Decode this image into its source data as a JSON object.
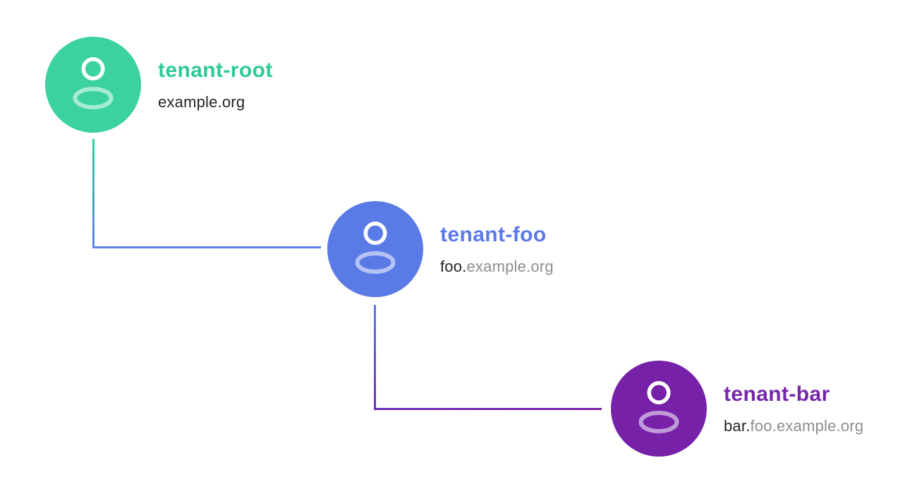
{
  "diagram": {
    "background": "#ffffff",
    "description": "tenant hierarchy tree with three user nodes connected by elbow lines",
    "nodes": [
      {
        "id": "tenant-root",
        "title": "tenant-root",
        "domain_own": "example.org",
        "domain_inherited": "",
        "circle_color": "#3BD2A0",
        "title_color": "#2EC997",
        "icon": "user-icon"
      },
      {
        "id": "tenant-foo",
        "title": "tenant-foo",
        "domain_own": "foo.",
        "domain_inherited": "example.org",
        "circle_color": "#5A7AE6",
        "title_color": "#5B7AE8",
        "icon": "user-icon"
      },
      {
        "id": "tenant-bar",
        "title": "tenant-bar",
        "domain_own": "bar.",
        "domain_inherited": "foo.example.org",
        "circle_color": "#7721A8",
        "title_color": "#7527A8",
        "icon": "user-icon"
      }
    ],
    "connectors": [
      {
        "from": "tenant-root",
        "to": "tenant-foo",
        "start_color": "#31D0A0",
        "mid_color": "#5C82E5",
        "end_color": "#5C7EE8"
      },
      {
        "from": "tenant-foo",
        "to": "tenant-bar",
        "start_color": "#5C7BE8",
        "mid_color": "#6E31B8",
        "end_color": "#7B1FA6"
      }
    ],
    "text_colors": {
      "domain_own": "#242424",
      "domain_inherited": "#8E8E8E"
    }
  }
}
